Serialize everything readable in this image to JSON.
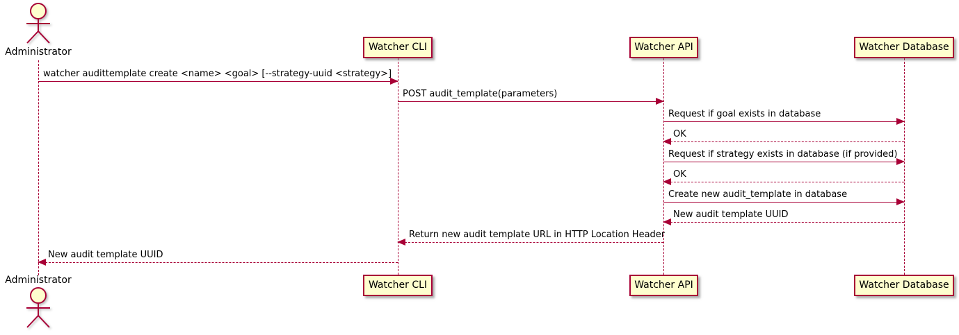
{
  "diagram": {
    "type": "sequence",
    "tool_style": "plantuml"
  },
  "colors": {
    "participant_fill": "#FEFECE",
    "participant_border": "#A80036",
    "arrow": "#A80036",
    "lifeline": "#A80036",
    "text": "#000000",
    "background": "#FFFFFF"
  },
  "participants": [
    {
      "name": "Administrator",
      "kind": "actor"
    },
    {
      "name": "Watcher CLI",
      "kind": "participant"
    },
    {
      "name": "Watcher API",
      "kind": "participant"
    },
    {
      "name": "Watcher Database",
      "kind": "participant"
    }
  ],
  "messages": [
    {
      "from": "Administrator",
      "to": "Watcher CLI",
      "line": "solid",
      "direction": "right",
      "text": "watcher audittemplate create <name> <goal> [--strategy-uuid <strategy>]"
    },
    {
      "from": "Watcher CLI",
      "to": "Watcher API",
      "line": "solid",
      "direction": "right",
      "text": "POST audit_template(parameters)"
    },
    {
      "from": "Watcher API",
      "to": "Watcher Database",
      "line": "solid",
      "direction": "right",
      "text": "Request if goal exists in database"
    },
    {
      "from": "Watcher Database",
      "to": "Watcher API",
      "line": "dashed",
      "direction": "left",
      "text": "OK"
    },
    {
      "from": "Watcher API",
      "to": "Watcher Database",
      "line": "solid",
      "direction": "right",
      "text": "Request if strategy exists in database (if provided)"
    },
    {
      "from": "Watcher Database",
      "to": "Watcher API",
      "line": "dashed",
      "direction": "left",
      "text": "OK"
    },
    {
      "from": "Watcher API",
      "to": "Watcher Database",
      "line": "solid",
      "direction": "right",
      "text": "Create new audit_template in database"
    },
    {
      "from": "Watcher Database",
      "to": "Watcher API",
      "line": "dashed",
      "direction": "left",
      "text": "New audit template UUID"
    },
    {
      "from": "Watcher API",
      "to": "Watcher CLI",
      "line": "dashed",
      "direction": "left",
      "text": "Return new audit template URL in HTTP Location Header"
    },
    {
      "from": "Watcher CLI",
      "to": "Administrator",
      "line": "dashed",
      "direction": "left",
      "text": "New audit template UUID"
    }
  ]
}
